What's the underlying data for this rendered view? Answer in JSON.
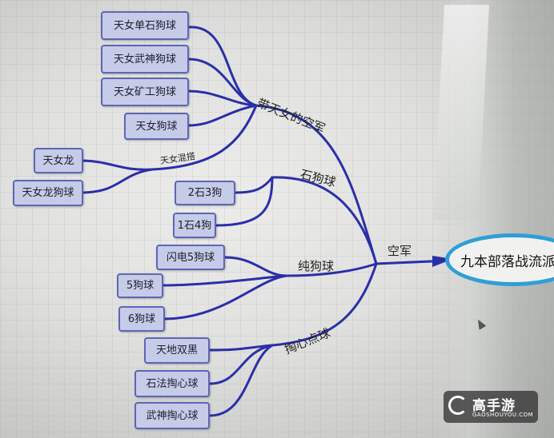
{
  "root": {
    "label": "九本部落战流派"
  },
  "connector_label": "空军",
  "branches": {
    "tiannv": {
      "label": "带天女的空军",
      "sub_label": "天女混搭",
      "leaves": [
        "天女单石狗球",
        "天女武神狗球",
        "天女矿工狗球",
        "天女狗球"
      ],
      "mixed_leaves": [
        "天女龙",
        "天女龙狗球"
      ]
    },
    "stone": {
      "label": "石狗球",
      "leaves": [
        "2石3狗",
        "1石4狗"
      ]
    },
    "pure": {
      "label": "纯狗球",
      "leaves": [
        "闪电5狗球",
        "5狗球",
        "6狗球"
      ]
    },
    "heart": {
      "label": "掏心点球",
      "leaves": [
        "天地双黑",
        "石法掏心球",
        "武神掏心球"
      ]
    }
  },
  "watermark": {
    "name": "高手游",
    "url": "GAOSHOUYOU.COM"
  },
  "colors": {
    "line": "#2a2fa8",
    "node_fill": "#c6cbe8",
    "node_border": "#5e66b5",
    "root_ring": "#2f9ed8"
  }
}
